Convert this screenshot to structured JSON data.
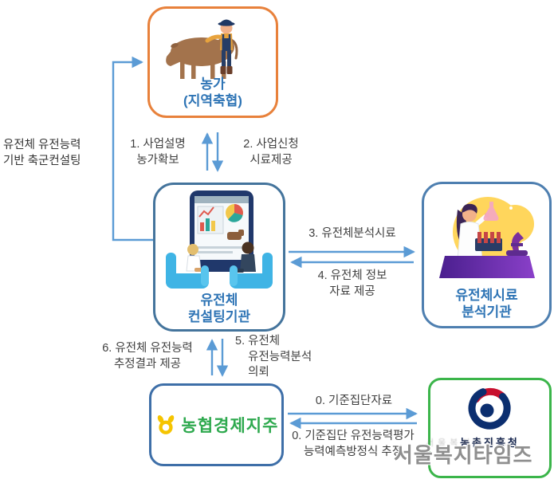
{
  "diagram": {
    "side_note": "유전체 유전능력\n기반 축군컨설팅",
    "nodes": {
      "farm": {
        "label": "농가\n(지역축협)"
      },
      "consulting": {
        "label": "유전체\n컨설팅기관"
      },
      "analysis": {
        "label": "유전체시료\n분석기관"
      },
      "nh": {
        "label": "농협경제지주"
      },
      "rda": {
        "label": "농촌진흥청"
      }
    },
    "edges": {
      "e1": "1. 사업설명\n농가확보",
      "e2": "2. 사업신청\n시료제공",
      "e3": "3. 유전체분석시료",
      "e4": "4. 유전체 정보\n자료 제공",
      "e5": "5. 유전체\n    유전능력분석\n    의뢰",
      "e6": "6. 유전체 유전능력\n추정결과 제공",
      "e0a": "0. 기준집단자료",
      "e0b": "0. 기준집단 유전능력평가\n능력예측방정식 추정"
    },
    "watermark": {
      "large": "서울복지타임즈",
      "small": "서울복지타임즈"
    },
    "colors": {
      "arrow": "#5B9BD5",
      "farm_border": "#E8813B",
      "consulting_border": "#44749C",
      "analysis_border": "#4E7FB0",
      "nh_border": "#3E6FA8",
      "rda_border": "#3BB54A",
      "node_label": "#2E74B5",
      "edge_label": "#3F3F3F",
      "nh_green": "#2EA94E",
      "rda_navy": "#0B2E6F",
      "rda_red": "#C8102E"
    }
  }
}
